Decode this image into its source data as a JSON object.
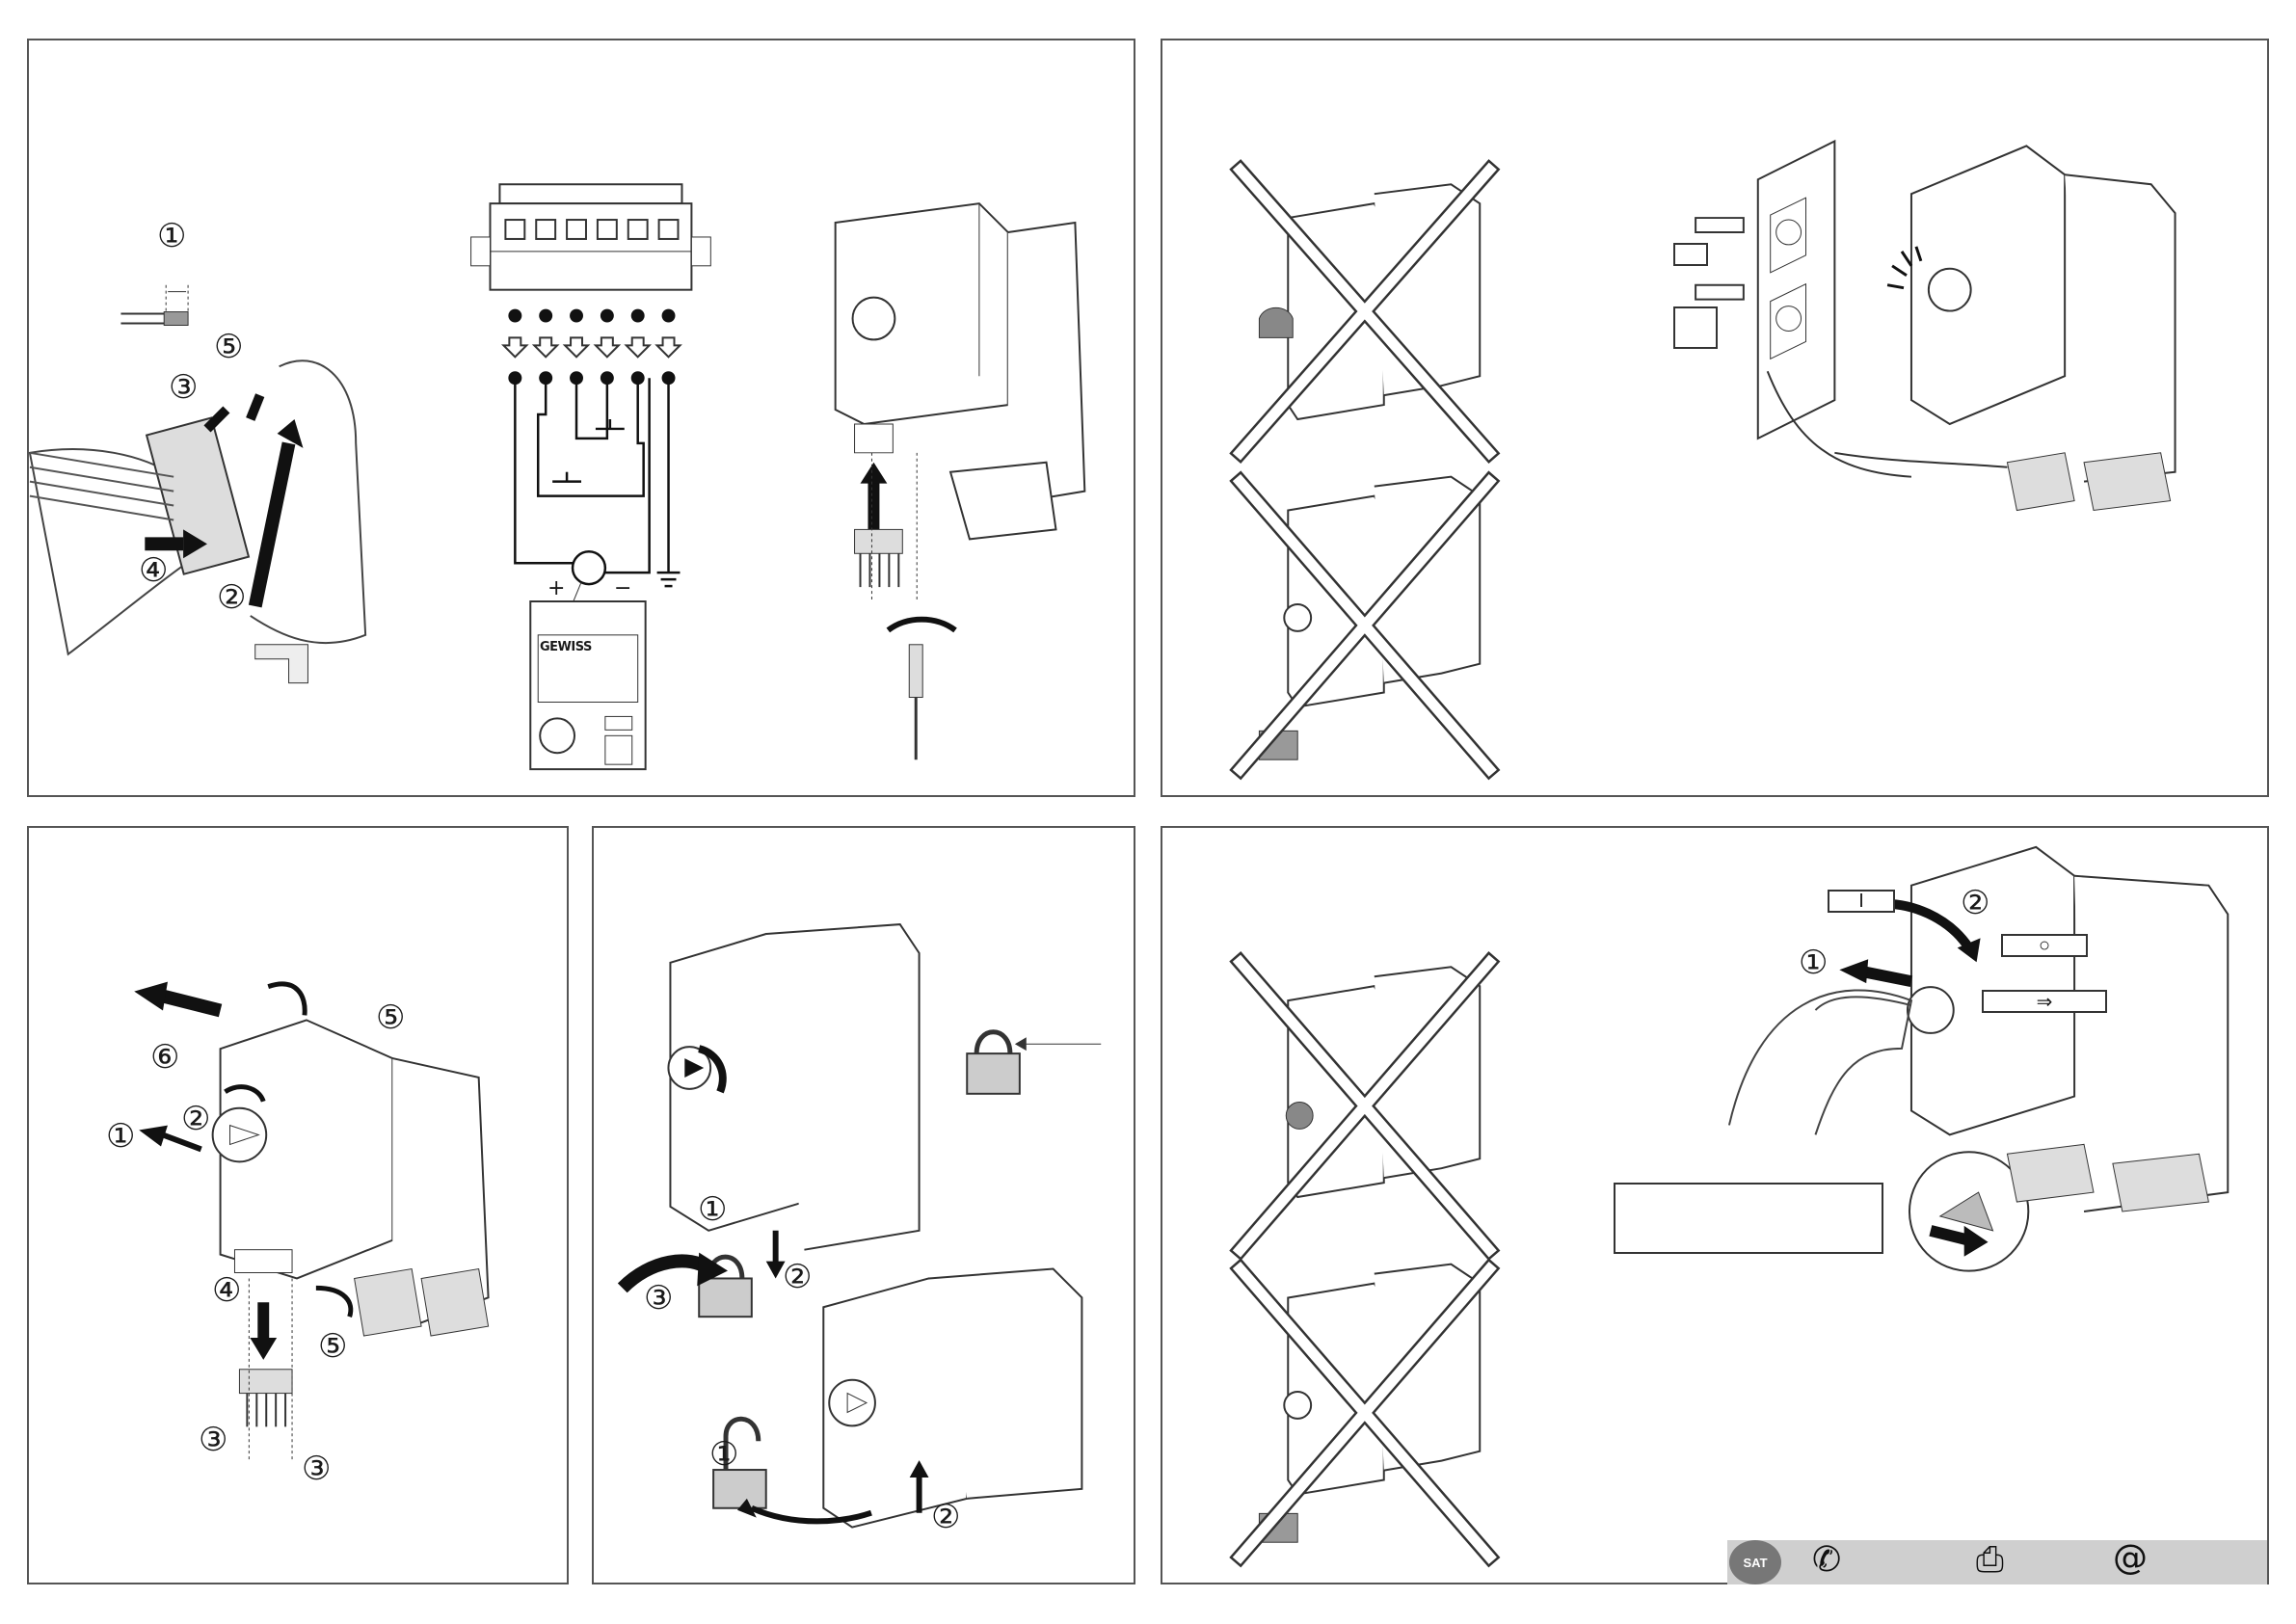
{
  "panels": {
    "wiring": {
      "step_labels": [
        "①",
        "②",
        "③",
        "④",
        "⑤"
      ],
      "polarity": {
        "plus": "+",
        "minus": "−"
      },
      "brand": "GEWISS"
    },
    "do_not": {},
    "remove": {
      "step_labels": [
        "①",
        "②",
        "③",
        "④",
        "⑤",
        "⑥"
      ]
    },
    "padlock": {
      "step_labels": [
        "①",
        "②",
        "③"
      ]
    },
    "manual": {
      "step_labels": [
        "①",
        "②"
      ],
      "position_i": "I",
      "position_o": "○",
      "arrow": "⇒"
    }
  },
  "footer": {
    "sat_badge": "SAT",
    "icons": [
      "phone-icon",
      "fax-icon",
      "at-icon"
    ],
    "at_symbol": "@"
  }
}
